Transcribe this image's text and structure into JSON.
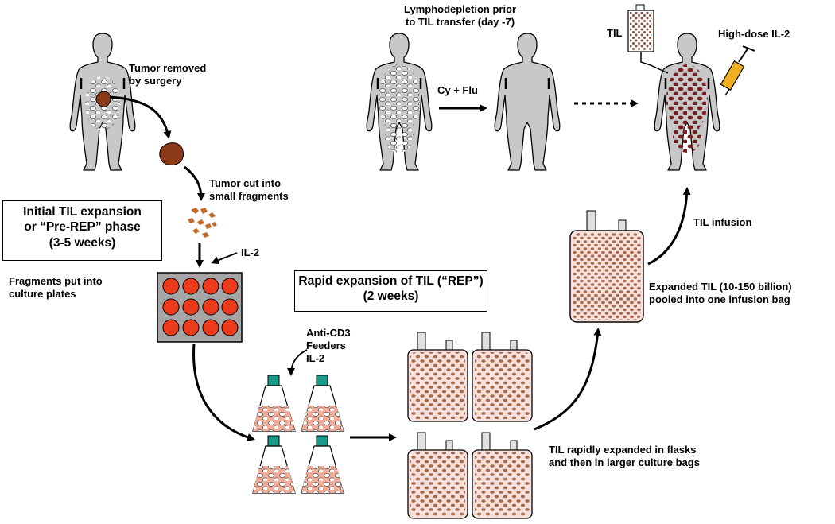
{
  "labels": {
    "tumor_removed": "Tumor removed\nby surgery",
    "tumor_cut": "Tumor cut into\nsmall fragments",
    "il2_pre": "IL-2",
    "fragments": "Fragments put into\nculture plates",
    "rep_additives": "Anti-CD3\nFeeders\nIL-2",
    "lymphodepletion": "Lymphodepletion prior\nto TIL transfer (day -7)",
    "cy_flu": "Cy + Flu",
    "til_bag": "TIL",
    "high_dose": "High-dose IL-2",
    "til_infusion": "TIL infusion",
    "expanded_til": "Expanded TIL (10-150 billion)\npooled into one infusion bag",
    "rapid_expanded": "TIL rapidly expanded in flasks\nand then in larger culture bags"
  },
  "boxes": {
    "pre_rep": "Initial TIL expansion\nor “Pre-REP” phase\n(3-5 weeks)",
    "rep": "Rapid expansion of TIL (“REP”)\n(2 weeks)"
  },
  "colors": {
    "body": "#c8c8c8",
    "tumor": "#8b3a1a",
    "well": "#ee3a1c",
    "plate": "#a6a6a6",
    "flask_liquid": "#f2ad98",
    "flask_cap": "#1a9b8a",
    "bag_fill": "#f8e1dc",
    "cell": "#a96a4a",
    "blood_cell": "#7a1d1d",
    "syringe": "#f0b020"
  }
}
